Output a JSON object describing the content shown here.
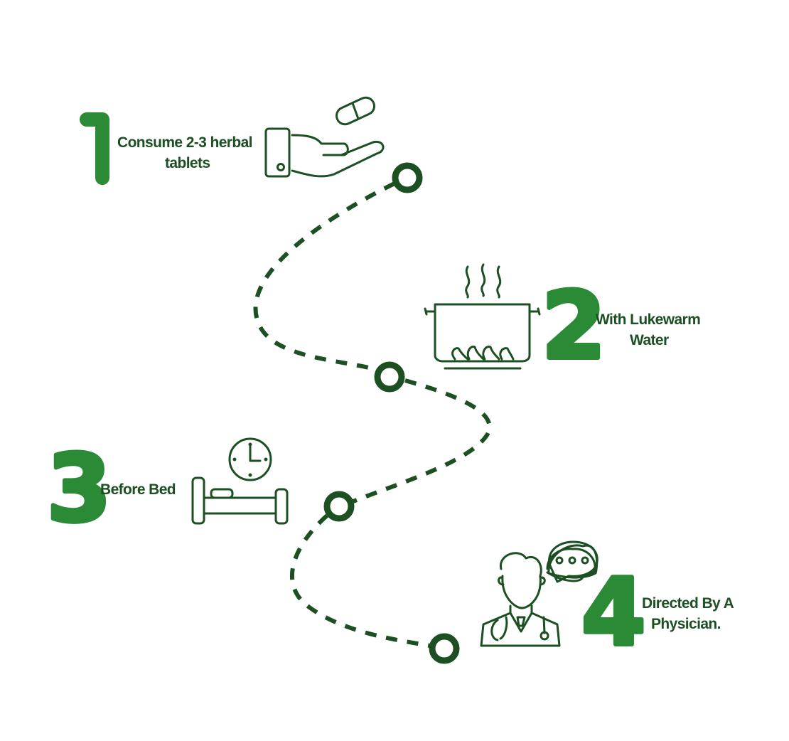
{
  "colors": {
    "number": "#2a8a35",
    "text": "#1c4f22",
    "path": "#1c4f22"
  },
  "steps": [
    {
      "number": "1",
      "line1": "Consume 2-3 herbal",
      "line2": "tablets",
      "icon": "hand-with-pill-icon"
    },
    {
      "number": "2",
      "line1": "With Lukewarm",
      "line2": "Water",
      "icon": "steaming-pot-icon"
    },
    {
      "number": "3",
      "line1": "Before Bed",
      "icon": "bed-with-clock-icon"
    },
    {
      "number": "4",
      "line1": "Directed By A",
      "line2": "Physician.",
      "icon": "doctor-with-speech-bubble-icon"
    }
  ]
}
